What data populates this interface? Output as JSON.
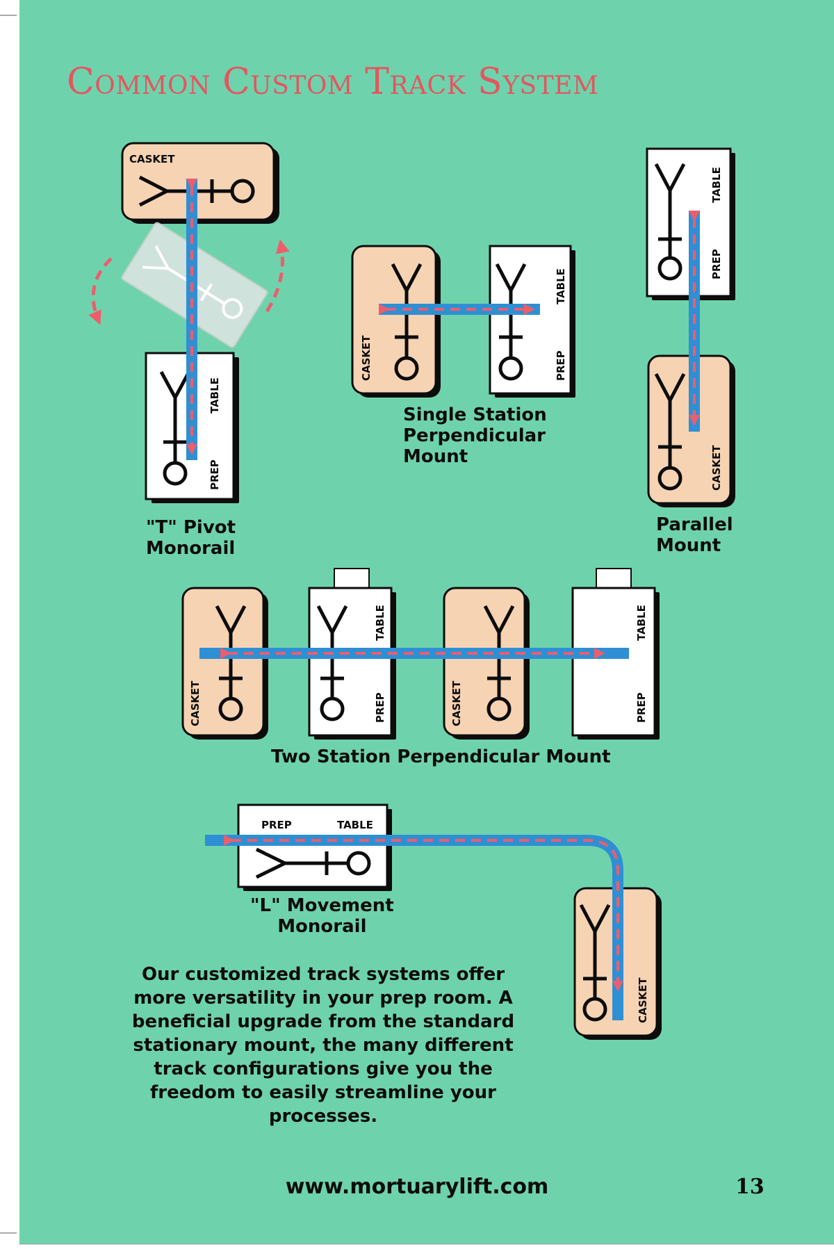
{
  "title": "Common Custom Track System",
  "labels": {
    "casket": "CASKET",
    "prep": "PREP",
    "table": "TABLE"
  },
  "captions": {
    "t_pivot": "\"T\" Pivot\nMonorail",
    "single_station": "Single Station\nPerpendicular\nMount",
    "parallel": "Parallel\nMount",
    "two_station": "Two Station Perpendicular Mount",
    "l_movement": "\"L\" Movement\nMonorail"
  },
  "body": "Our customized track systems offer more versatility in your prep room. A beneficial upgrade from the standard stationary mount, the many different track configurations give you the freedom to easily streamline your processes.",
  "footer": {
    "url": "www.mortuarylift.com",
    "page_number": "13"
  },
  "colors": {
    "background": "#6ed3ac",
    "title": "#e5555f",
    "casket_fill": "#f6d3b3",
    "table_fill": "#ffffff",
    "track": "#2f8fd4",
    "arrow": "#ec5e6c"
  }
}
